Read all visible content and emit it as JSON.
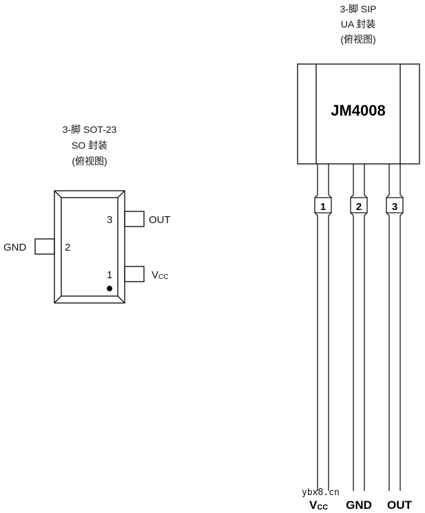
{
  "sot23": {
    "caption_line1": "3-脚 SOT-23",
    "caption_line2": "SO 封装",
    "caption_line3": "(俯视图)",
    "pins": [
      {
        "number": "3",
        "label": "OUT"
      },
      {
        "number": "2",
        "label": "GND"
      },
      {
        "number": "1",
        "label_main": "V",
        "label_sub": "CC"
      }
    ]
  },
  "sip": {
    "caption_line1": "3-脚  SIP",
    "caption_line2": "UA 封装",
    "caption_line3": "(俯视图)",
    "part_number": "JM4008",
    "pins": [
      {
        "number": "1",
        "label_main": "V",
        "label_sub": "CC"
      },
      {
        "number": "2",
        "label": "GND"
      },
      {
        "number": "3",
        "label": "OUT"
      }
    ]
  },
  "watermark": "ybx8.cn"
}
